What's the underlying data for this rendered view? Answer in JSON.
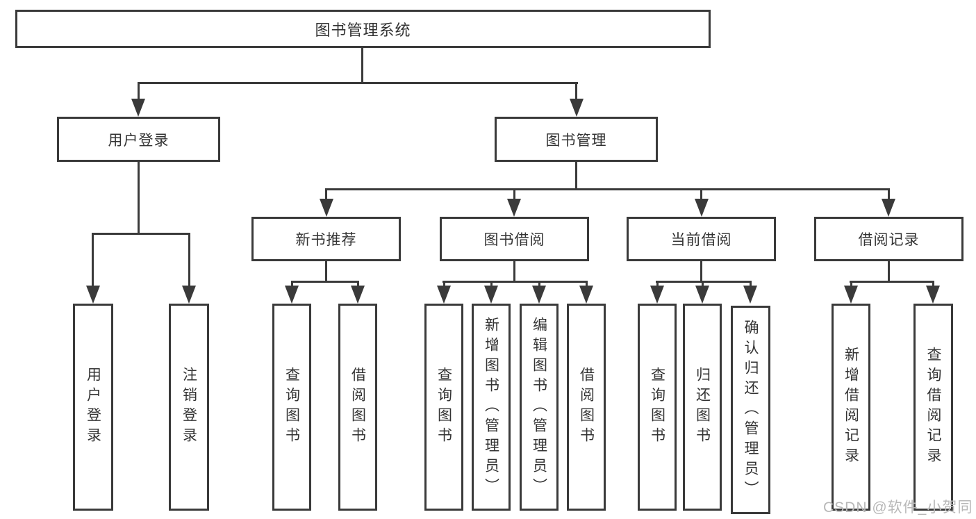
{
  "tree": {
    "root": {
      "label": "图书管理系统"
    },
    "level1": [
      {
        "label": "用户登录"
      },
      {
        "label": "图书管理"
      }
    ],
    "level2": [
      {
        "label": "新书推荐"
      },
      {
        "label": "图书借阅"
      },
      {
        "label": "当前借阅"
      },
      {
        "label": "借阅记录"
      }
    ],
    "leaves": {
      "user_login": [
        {
          "label": "用户登录"
        },
        {
          "label": "注销登录"
        }
      ],
      "new_book": [
        {
          "label": "查询图书"
        },
        {
          "label": "借阅图书"
        }
      ],
      "book_borrow": [
        {
          "label": "查询图书"
        },
        {
          "label": "新增图书（管理员）"
        },
        {
          "label": "编辑图书（管理员）"
        },
        {
          "label": "借阅图书"
        }
      ],
      "current_borrow": [
        {
          "label": "查询图书"
        },
        {
          "label": "归还图书"
        },
        {
          "label": "确认归还（管理员）"
        }
      ],
      "borrow_record": [
        {
          "label": "新增借阅记录"
        },
        {
          "label": "查询借阅记录"
        }
      ]
    }
  },
  "watermark": "CSDN @软件_小贺同学",
  "colors": {
    "line": "#3a3a3a",
    "box_fill": "#ffffff",
    "text": "#333333",
    "watermark": "#b8b8b8"
  }
}
